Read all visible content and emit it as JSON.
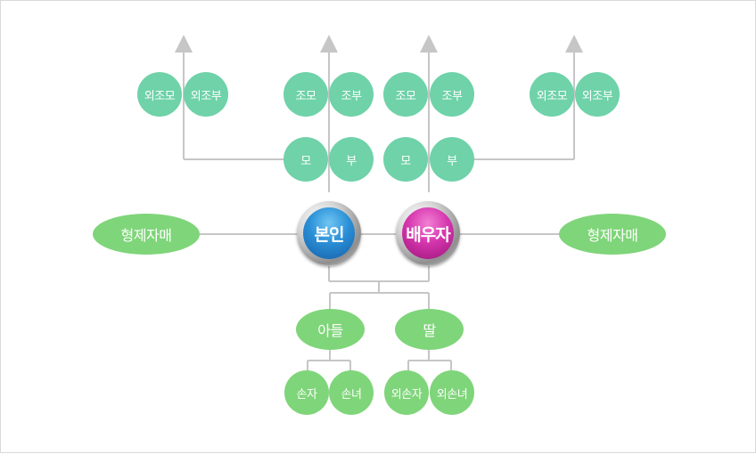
{
  "tree": {
    "self": "본인",
    "spouse": "배우자",
    "siblings_left": "형제자매",
    "siblings_right": "형제자매",
    "self_parents": {
      "mother": "모",
      "father": "부"
    },
    "spouse_parents": {
      "mother": "모",
      "father": "부"
    },
    "self_grandparents": {
      "grandmother": "조모",
      "grandfather": "조부"
    },
    "spouse_grandparents": {
      "grandmother": "조모",
      "grandfather": "조부"
    },
    "self_maternal_grandparents": {
      "grandmother": "외조모",
      "grandfather": "외조부"
    },
    "spouse_maternal_grandparents": {
      "grandmother": "외조모",
      "grandfather": "외조부"
    },
    "son": "아들",
    "daughter": "딸",
    "son_children": {
      "grandson": "손자",
      "granddaughter": "손녀"
    },
    "daughter_children": {
      "grandson": "외손자",
      "granddaughter": "외손녀"
    }
  },
  "colors": {
    "ancestor_circle": "#6fd2a9",
    "descendant_green": "#7fd57a",
    "self_blue": "#2a8fd6",
    "spouse_magenta": "#d535ad",
    "connector_gray": "#c6c6c6"
  }
}
